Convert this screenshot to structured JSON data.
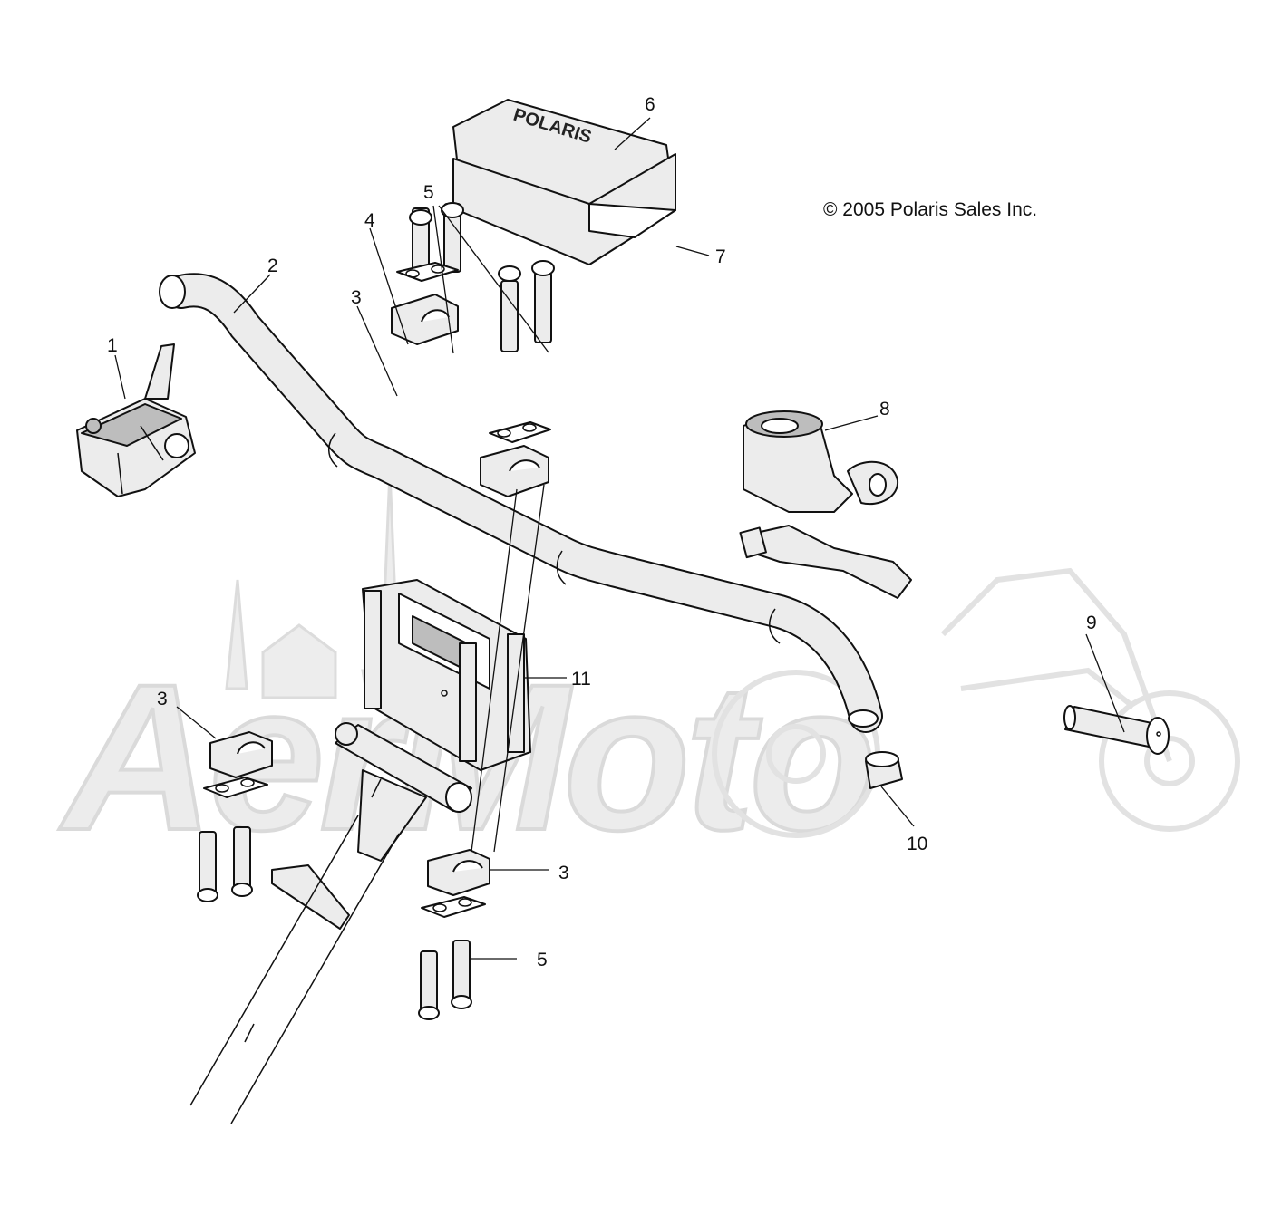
{
  "copyright": "© 2005 Polaris Sales Inc.",
  "watermark": "AerMoto",
  "part_logo": "POLARIS",
  "callouts": [
    {
      "id": "c1",
      "label": "1"
    },
    {
      "id": "c2",
      "label": "2"
    },
    {
      "id": "c3a",
      "label": "3"
    },
    {
      "id": "c4",
      "label": "4"
    },
    {
      "id": "c5a",
      "label": "5"
    },
    {
      "id": "c6",
      "label": "6"
    },
    {
      "id": "c7",
      "label": "7"
    },
    {
      "id": "c8",
      "label": "8"
    },
    {
      "id": "c9",
      "label": "9"
    },
    {
      "id": "c3b",
      "label": "3"
    },
    {
      "id": "c11",
      "label": "11"
    },
    {
      "id": "c10",
      "label": "10"
    },
    {
      "id": "c3c",
      "label": "3"
    },
    {
      "id": "c5b",
      "label": "5"
    }
  ]
}
